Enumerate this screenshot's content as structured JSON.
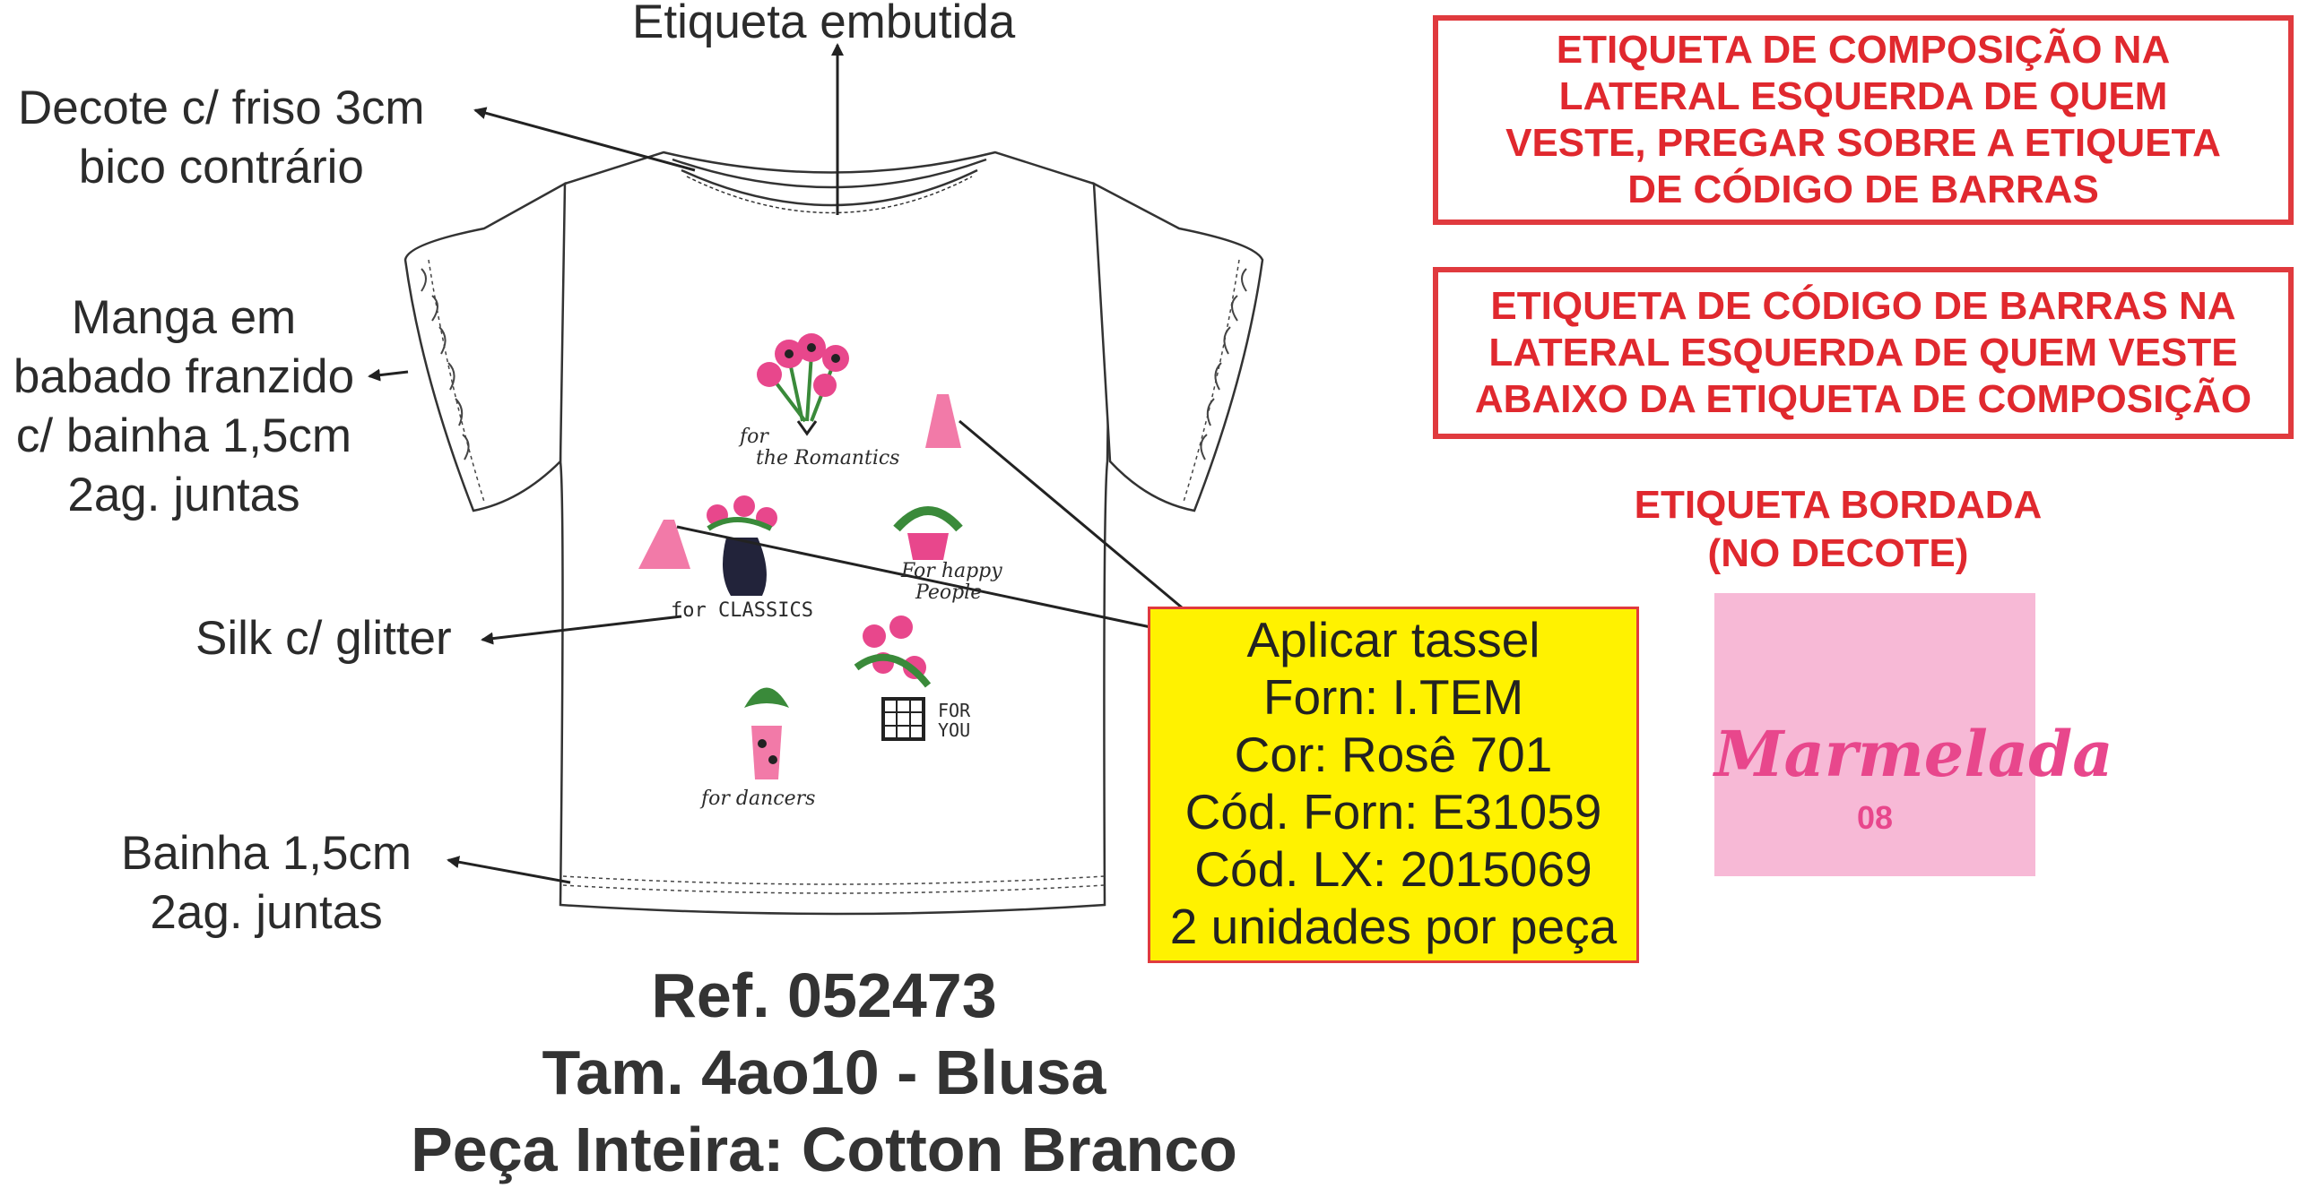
{
  "callouts": {
    "embedded_label": "Etiqueta embutida",
    "neckline": [
      "Decote c/ friso 3cm",
      "bico contrário"
    ],
    "sleeve": [
      "Manga em",
      "babado franzido",
      "c/ bainha 1,5cm",
      "2ag. juntas"
    ],
    "silk": "Silk c/ glitter",
    "hem": [
      "Bainha 1,5cm",
      "2ag. juntas"
    ]
  },
  "notes": {
    "composition_label": [
      "ETIQUETA DE COMPOSIÇÃO NA",
      "LATERAL ESQUERDA DE QUEM",
      "VESTE, PREGAR SOBRE A ETIQUETA",
      "DE CÓDIGO DE BARRAS"
    ],
    "barcode_label": [
      "ETIQUETA DE CÓDIGO DE BARRAS NA",
      "LATERAL ESQUERDA DE QUEM VESTE",
      "ABAIXO DA ETIQUETA DE COMPOSIÇÃO"
    ],
    "embroidered_label": [
      "ETIQUETA BORDADA",
      "(NO DECOTE)"
    ]
  },
  "tassel_box": [
    "Aplicar tassel",
    "Forn: I.TEM",
    "Cor: Rosê 701",
    "Cód. Forn: E31059",
    "Cód. LX: 2015069",
    "2 unidades por peça"
  ],
  "brand_tag": {
    "brand": "Marmelada",
    "size": "08",
    "color": "#f7b9d6"
  },
  "print_texts": {
    "romantics": [
      "for",
      "the Romantics"
    ],
    "happy": [
      "For happy",
      "People"
    ],
    "classics": "for CLASSICS",
    "you": [
      "FOR",
      "YOU"
    ],
    "dancers": "for dancers"
  },
  "reference": {
    "ref": "Ref. 052473",
    "size": "Tam. 4ao10 - Blusa",
    "fabric": "Peça Inteira: Cotton Branco"
  },
  "colors": {
    "red": "#e0282e",
    "yellow": "#fff200",
    "pink": "#e8478c",
    "tassel": "#f27aa8"
  }
}
